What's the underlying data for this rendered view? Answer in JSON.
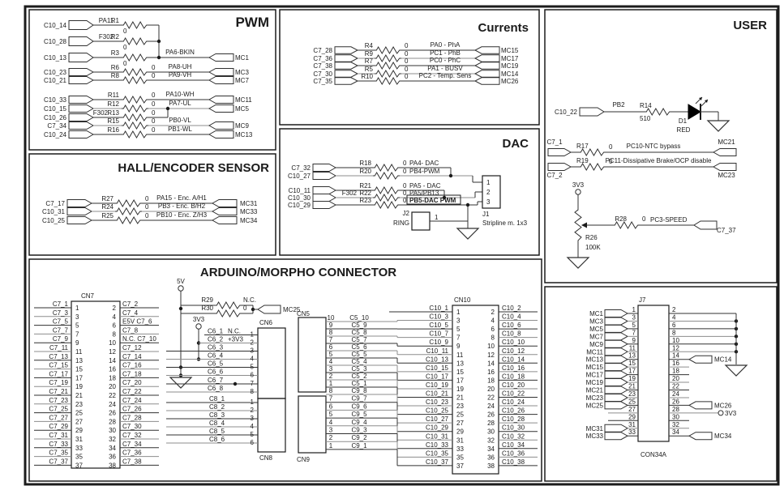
{
  "colors": {
    "ink": "#1b1b1b",
    "wire": "#303030",
    "wire_alt": "#8d8d8d",
    "bg": "#ffffff",
    "led": "#000000"
  },
  "titles": {
    "pwm": "PWM",
    "currents": "Currents",
    "user": "USER",
    "hall": "HALL/ENCODER SENSOR",
    "dac": "DAC",
    "arduino": "ARDUINO/MORPHO CONNECTOR"
  },
  "pwm": {
    "rows": [
      {
        "left": "C10_14",
        "pre": "PA11",
        "res": "R1",
        "val": "0"
      },
      {
        "left": "C10_28",
        "pre": "F302",
        "res": "R2",
        "val": "0"
      },
      {
        "left": "C10_13",
        "res": "R3",
        "val": "0",
        "sig": "PA6-BKIN",
        "right": "MC1"
      },
      {
        "left": "C10_23",
        "res": "R6",
        "val": "0",
        "sig": "PA8-UH",
        "right": "MC3"
      },
      {
        "left": "C10_21",
        "res": "R8",
        "val": "0",
        "sig": "PA9-VH",
        "right": "MC7"
      },
      {
        "left": "C10_33",
        "res": "R11",
        "val": "0",
        "sig": "PA10-WH",
        "right": "MC11"
      },
      {
        "left": "C10_15",
        "res": "R12",
        "val": "0",
        "sig": "PA7-UL",
        "right": "MC5"
      },
      {
        "left": "C10_26",
        "pre": "F302",
        "res": "R13",
        "val": "0"
      },
      {
        "left": "C7_34",
        "res": "R15",
        "val": "0",
        "sig": "PB0-VL",
        "right": "MC9"
      },
      {
        "left": "C10_24",
        "res": "R16",
        "val": "0",
        "sig": "PB1-WL",
        "right": "MC13"
      }
    ]
  },
  "currents": {
    "rows": [
      {
        "left": "C7_28",
        "res": "R4",
        "val": "0",
        "sig": "PA0 - PhA",
        "right": "MC15"
      },
      {
        "left": "C7_36",
        "res": "R9",
        "val": "0",
        "sig": "PC1 - PhB",
        "right": "MC17"
      },
      {
        "left": "C7_38",
        "res": "R7",
        "val": "0",
        "sig": "PC0 - PhC",
        "right": "MC19"
      },
      {
        "left": "C7_30",
        "res": "R5",
        "val": "0",
        "sig": "PA1 - BUSV",
        "right": "MC14"
      },
      {
        "left": "C7_35",
        "res": "R10",
        "val": "0",
        "sig": "PC2 - Temp. Sens",
        "right": "MC26"
      }
    ]
  },
  "hall": {
    "rows": [
      {
        "left": "C7_17",
        "res": "R27",
        "val": "0",
        "sig": "PA15 - Enc. A/H1",
        "right": "MC31"
      },
      {
        "left": "C10_31",
        "res": "R24",
        "val": "0",
        "sig": "PB3 - Enc. B/H2",
        "right": "MC33"
      },
      {
        "left": "C10_25",
        "res": "R25",
        "val": "0",
        "sig": "PB10 - Enc. Z/H3",
        "right": "MC34"
      }
    ]
  },
  "dac": {
    "rows": [
      {
        "left": "C7_32",
        "res": "R18",
        "val": "0",
        "sig": "PA4- DAC"
      },
      {
        "left": "C10_27",
        "res": "R20",
        "val": "0",
        "sig": "PB4-PWM"
      },
      {
        "left": "C10_11",
        "res": "R21",
        "val": "0",
        "sig": "PA5 - DAC"
      },
      {
        "left": "C10_30",
        "pre": "F302",
        "res": "R22",
        "val": "0",
        "sig": "PA5/PB13"
      },
      {
        "left": "C10_29",
        "res": "R23",
        "val": "0",
        "sig": "PB5-DAC PWM",
        "boxed": true
      }
    ],
    "j1": {
      "name": "J1",
      "pins": [
        "1",
        "2",
        "3"
      ],
      "desc": "Stripline m. 1x3"
    },
    "j2": {
      "name": "J2",
      "sub": "RING",
      "pin": "1"
    }
  },
  "user": {
    "led": {
      "left": "C10_22",
      "net": "PB2",
      "res": "R14",
      "val": "510",
      "diode": "D1",
      "color": "RED"
    },
    "rows": [
      {
        "left": "C7_1",
        "res": "R17",
        "val": "0",
        "sig": "PC10-NTC bypass",
        "right": "MC21"
      },
      {
        "left": "C7_2",
        "res": "R19",
        "val": "0",
        "sig": "PC11-Dissipative Brake/OCP disable",
        "right": "MC23"
      }
    ],
    "pot": {
      "rail": "3V3",
      "res": "R26",
      "val": "100K",
      "sres": "R28",
      "sval": "0",
      "sig": "PC3-SPEED",
      "right": "C7_37"
    }
  },
  "arduino": {
    "rails": {
      "v5": "5V",
      "v33": "3V3"
    },
    "pullups": {
      "r1": "R29",
      "v1": "N.C.",
      "r2": "R30",
      "v2": "0",
      "out": "MC25"
    },
    "cn7": {
      "name": "CN7",
      "left_nets": [
        "C7_1",
        "C7_3",
        "C7_5",
        "C7_7",
        "C7_9",
        "C7_11",
        "C7_13",
        "C7_15",
        "C7_17",
        "C7_19",
        "C7_21",
        "C7_23",
        "C7_25",
        "C7_27",
        "C7_29",
        "C7_31",
        "C7_33",
        "C7_35",
        "C7_37"
      ],
      "left_pins": [
        "1",
        "3",
        "5",
        "7",
        "9",
        "11",
        "13",
        "15",
        "17",
        "19",
        "21",
        "23",
        "25",
        "27",
        "29",
        "31",
        "33",
        "35",
        "37"
      ],
      "right_pins": [
        "2",
        "4",
        "6",
        "8",
        "10",
        "12",
        "14",
        "16",
        "18",
        "20",
        "22",
        "24",
        "26",
        "28",
        "30",
        "32",
        "34",
        "36",
        "38"
      ],
      "right_nets": [
        "C7_2",
        "C7_4",
        "E5V C7_6",
        "C7_8",
        "N.C. C7_10",
        "C7_12",
        "C7_14",
        "C7_16",
        "C7_18",
        "C7_20",
        "C7_22",
        "C7_24",
        "C7_26",
        "C7_28",
        "C7_30",
        "C7_32",
        "C7_34",
        "C7_36",
        "C7_38"
      ]
    },
    "cn6": {
      "name": "CN6",
      "rows": [
        {
          "net": "C6_1",
          "extra": "N.C.",
          "pin": "1"
        },
        {
          "net": "C6_2",
          "extra": "+3V3",
          "pin": "2"
        },
        {
          "net": "C6_3",
          "pin": "3"
        },
        {
          "net": "C6_4",
          "pin": "4"
        },
        {
          "net": "C6_5",
          "pin": "5"
        },
        {
          "net": "C6_6",
          "pin": "6"
        },
        {
          "net": "C6_7",
          "pin": "7"
        },
        {
          "net": "C6_8",
          "pin": "8"
        }
      ]
    },
    "cn8": {
      "name": "CN8",
      "rows": [
        {
          "net": "C8_1",
          "pin": "1"
        },
        {
          "net": "C8_2",
          "pin": "2"
        },
        {
          "net": "C8_3",
          "pin": "3"
        },
        {
          "net": "C8_4",
          "pin": "4"
        },
        {
          "net": "C8_5",
          "pin": "5"
        },
        {
          "net": "C8_6",
          "pin": "6"
        }
      ]
    },
    "cn5": {
      "name": "CN5",
      "pins": [
        "10",
        "9",
        "8",
        "7",
        "6",
        "5",
        "4",
        "3",
        "2",
        "1"
      ],
      "nets": [
        "C5_10",
        "C5_9",
        "C5_8",
        "C5_7",
        "C5_6",
        "C5_5",
        "C5_4",
        "C5_3",
        "C5_2",
        "C5_1"
      ]
    },
    "cn9": {
      "name": "CN9",
      "pins": [
        "8",
        "7",
        "6",
        "5",
        "4",
        "3",
        "2",
        "1"
      ],
      "nets": [
        "C9_8",
        "C9_7",
        "C9_6",
        "C9_5",
        "C9_4",
        "C9_3",
        "C9_2",
        "C9_1"
      ]
    },
    "cn10": {
      "name": "CN10",
      "left_nets": [
        "C10_1",
        "C10_3",
        "C10_5",
        "C10_7",
        "C10_9",
        "C10_11",
        "C10_13",
        "C10_15",
        "C10_17",
        "C10_19",
        "C10_21",
        "C10_23",
        "C10_25",
        "C10_27",
        "C10_29",
        "C10_31",
        "C10_33",
        "C10_35",
        "C10_37"
      ],
      "left_pins": [
        "1",
        "3",
        "5",
        "7",
        "9",
        "11",
        "13",
        "15",
        "17",
        "19",
        "21",
        "23",
        "25",
        "27",
        "29",
        "31",
        "33",
        "35",
        "37"
      ],
      "right_pins": [
        "2",
        "4",
        "6",
        "8",
        "10",
        "12",
        "14",
        "16",
        "18",
        "20",
        "22",
        "24",
        "26",
        "28",
        "30",
        "32",
        "34",
        "36",
        "38"
      ],
      "right_nets": [
        "C10_2",
        "C10_4",
        "C10_6",
        "C10_8",
        "C10_10",
        "C10_12",
        "C10_14",
        "C10_16",
        "C10_18",
        "C10_20",
        "C10_22",
        "C10_24",
        "C10_26",
        "C10_28",
        "C10_30",
        "C10_32",
        "C10_34",
        "C10_36",
        "C10_38"
      ]
    }
  },
  "j7": {
    "name": "J7",
    "footer": "CON34A",
    "rail": "3V3",
    "left": [
      {
        "net": "MC1",
        "pin": "1"
      },
      {
        "net": "MC3",
        "pin": "3"
      },
      {
        "net": "MC5",
        "pin": "5"
      },
      {
        "net": "MC7",
        "pin": "7"
      },
      {
        "net": "MC9",
        "pin": "9"
      },
      {
        "net": "MC11",
        "pin": "11"
      },
      {
        "net": "MC13",
        "pin": "13"
      },
      {
        "net": "MC15",
        "pin": "15"
      },
      {
        "net": "MC17",
        "pin": "17"
      },
      {
        "net": "MC19",
        "pin": "19"
      },
      {
        "net": "MC21",
        "pin": "21"
      },
      {
        "net": "MC23",
        "pin": "23"
      },
      {
        "net": "MC25",
        "pin": "25"
      },
      {
        "net": "",
        "pin": "27"
      },
      {
        "net": "",
        "pin": "29"
      },
      {
        "net": "MC31",
        "pin": "31"
      },
      {
        "net": "MC33",
        "pin": "33"
      }
    ],
    "right": [
      {
        "pin": "2",
        "net": ""
      },
      {
        "pin": "4",
        "net": ""
      },
      {
        "pin": "6",
        "net": ""
      },
      {
        "pin": "8",
        "net": ""
      },
      {
        "pin": "10",
        "net": ""
      },
      {
        "pin": "12",
        "net": ""
      },
      {
        "pin": "14",
        "net": "MC14"
      },
      {
        "pin": "16",
        "net": ""
      },
      {
        "pin": "18",
        "net": ""
      },
      {
        "pin": "20",
        "net": ""
      },
      {
        "pin": "22",
        "net": ""
      },
      {
        "pin": "24",
        "net": ""
      },
      {
        "pin": "26",
        "net": "MC26"
      },
      {
        "pin": "28",
        "net": "3V3"
      },
      {
        "pin": "30",
        "net": ""
      },
      {
        "pin": "32",
        "net": ""
      },
      {
        "pin": "34",
        "net": "MC34"
      }
    ]
  }
}
